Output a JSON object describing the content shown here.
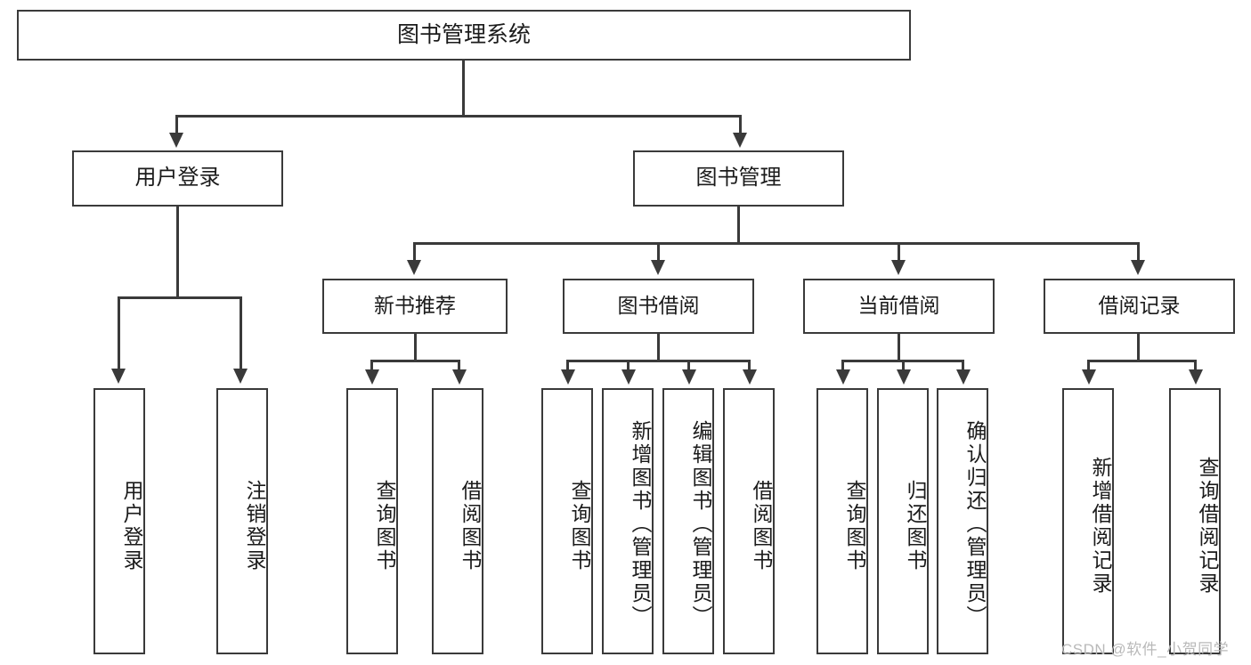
{
  "diagram": {
    "type": "tree",
    "title": "图书管理系统",
    "watermark": "CSDN @软件_小贺同学",
    "colors": {
      "stroke": "#3a3a3a",
      "fill": "#ffffff",
      "text": "#1b1b1b",
      "watermark": "#b9b9b9"
    },
    "nodes": {
      "root": "图书管理系统",
      "level2": {
        "user_login": "用户登录",
        "book_manage": "图书管理"
      },
      "level3": {
        "new_book_rec": "新书推荐",
        "book_borrow": "图书借阅",
        "current_borrow": "当前借阅",
        "borrow_record": "借阅记录"
      },
      "leaves": {
        "user_login_1": "用户登录",
        "user_login_2": "注销登录",
        "new_book_rec_1": "查询图书",
        "new_book_rec_2": "借阅图书",
        "book_borrow_1": "查询图书",
        "book_borrow_2": "新增图书（管理员）",
        "book_borrow_3": "编辑图书（管理员）",
        "book_borrow_4": "借阅图书",
        "current_borrow_1": "查询图书",
        "current_borrow_2": "归还图书",
        "current_borrow_3": "确认归还（管理员）",
        "borrow_record_1": "新增借阅记录",
        "borrow_record_2": "查询借阅记录"
      }
    }
  }
}
